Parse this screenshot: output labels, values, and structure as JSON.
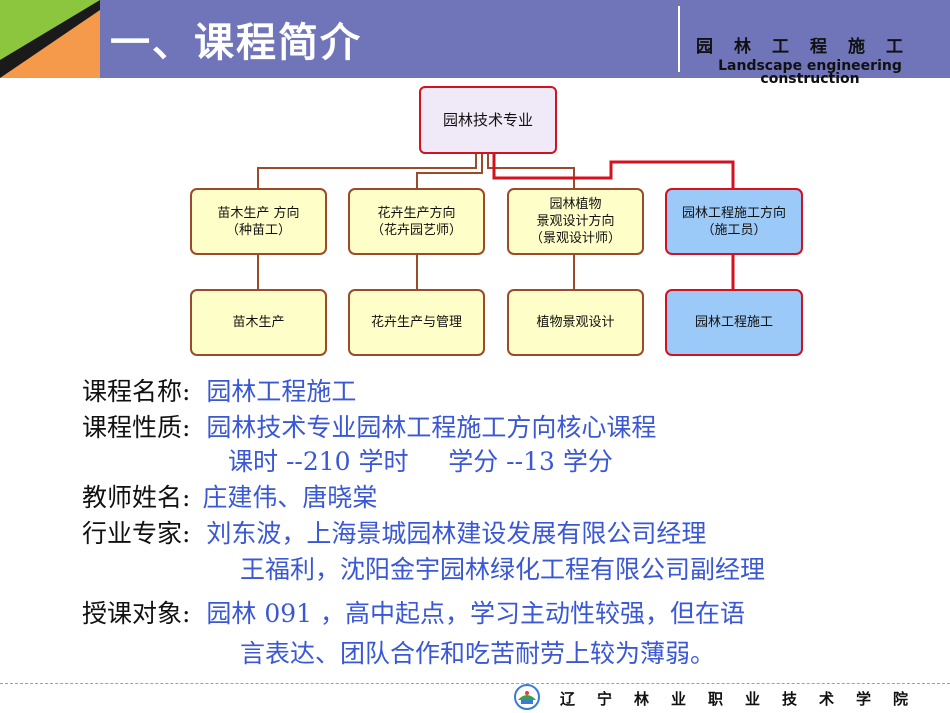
{
  "header": {
    "title": "一、课程简介",
    "course_cn": "园林工程施工",
    "course_en_line1": "Landscape engineering",
    "course_en_line2": "construction"
  },
  "colors": {
    "header_bg": "#6f75b8",
    "corner_green": "#8cc63f",
    "corner_orange": "#f49a4a",
    "box_fill": "#fefec8",
    "box_border": "#9b4a2a",
    "highlight_fill": "#9ccaf8",
    "highlight_border": "#d4121f",
    "value_text": "#3a58d6"
  },
  "org_chart": {
    "root": "园林技术专业",
    "directions": [
      {
        "line1": "苗木生产  方向",
        "line2": "（种苗工）",
        "line3": ""
      },
      {
        "line1": "花卉生产方向",
        "line2": "（花卉园艺师）",
        "line3": ""
      },
      {
        "line1": "园林植物",
        "line2": "景观设计方向",
        "line3": "（景观设计师）"
      },
      {
        "line1": "园林工程施工方向",
        "line2": "（施工员）",
        "line3": ""
      }
    ],
    "courses": [
      "苗木生产",
      "花卉生产与管理",
      "植物景观设计",
      "园林工程施工"
    ]
  },
  "info": {
    "name_label": "课程名称:",
    "name_value": "园林工程施工",
    "nature_label": "课程性质:",
    "nature_value": "园林技术专业园林工程施工方向核心课程",
    "hours": "课时 --210 学时     学分 --13 学分",
    "teacher_label": "教师姓名:",
    "teacher_value": "庄建伟、唐晓棠",
    "expert_label": "行业专家:",
    "expert_value1": "刘东波，上海景城园林建设发展有限公司经理",
    "expert_value2": "王福利，沈阳金宇园林绿化工程有限公司副经理",
    "target_label": "授课对象:",
    "target_value1": "园林 091 ，高中起点，学习主动性较强，但在语",
    "target_value2": "言表达、团队合作和吃苦耐劳上较为薄弱。"
  },
  "footer": {
    "school": "辽宁林业职业技术学院"
  }
}
